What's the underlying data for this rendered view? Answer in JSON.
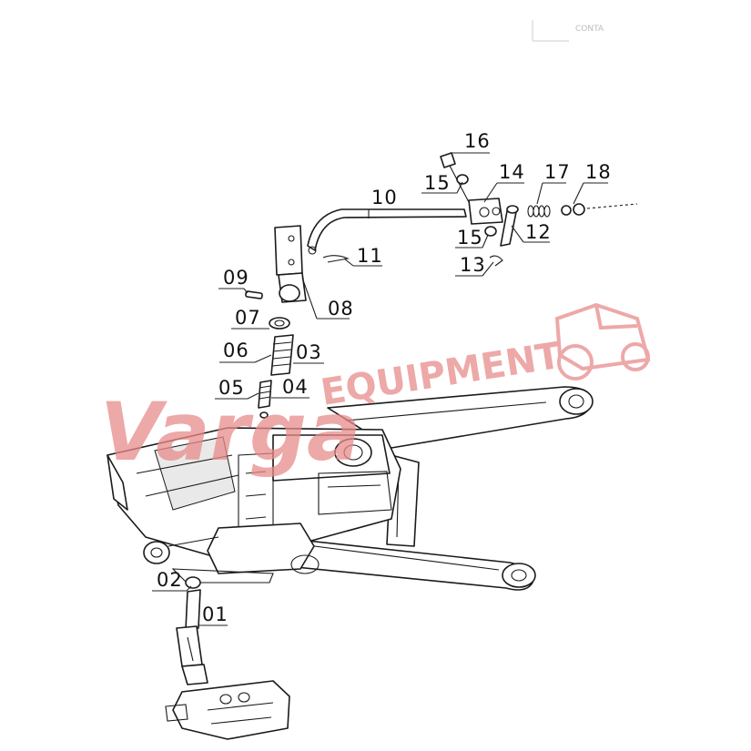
{
  "watermark": {
    "script": "Varga",
    "word": "EQUIPMENT",
    "color": "#e88b8b",
    "icon": "tractor-icon"
  },
  "corner_text": "CONTA",
  "parts": [
    {
      "id": "16",
      "label": "16"
    },
    {
      "id": "15a",
      "label": "15"
    },
    {
      "id": "14",
      "label": "14"
    },
    {
      "id": "17",
      "label": "17"
    },
    {
      "id": "18",
      "label": "18"
    },
    {
      "id": "10",
      "label": "10"
    },
    {
      "id": "15b",
      "label": "15"
    },
    {
      "id": "12",
      "label": "12"
    },
    {
      "id": "11",
      "label": "11"
    },
    {
      "id": "13",
      "label": "13"
    },
    {
      "id": "09",
      "label": "09"
    },
    {
      "id": "08",
      "label": "08"
    },
    {
      "id": "07",
      "label": "07"
    },
    {
      "id": "06",
      "label": "06"
    },
    {
      "id": "03",
      "label": "03"
    },
    {
      "id": "05",
      "label": "05"
    },
    {
      "id": "04",
      "label": "04"
    },
    {
      "id": "02",
      "label": "02"
    },
    {
      "id": "01",
      "label": "01"
    }
  ]
}
